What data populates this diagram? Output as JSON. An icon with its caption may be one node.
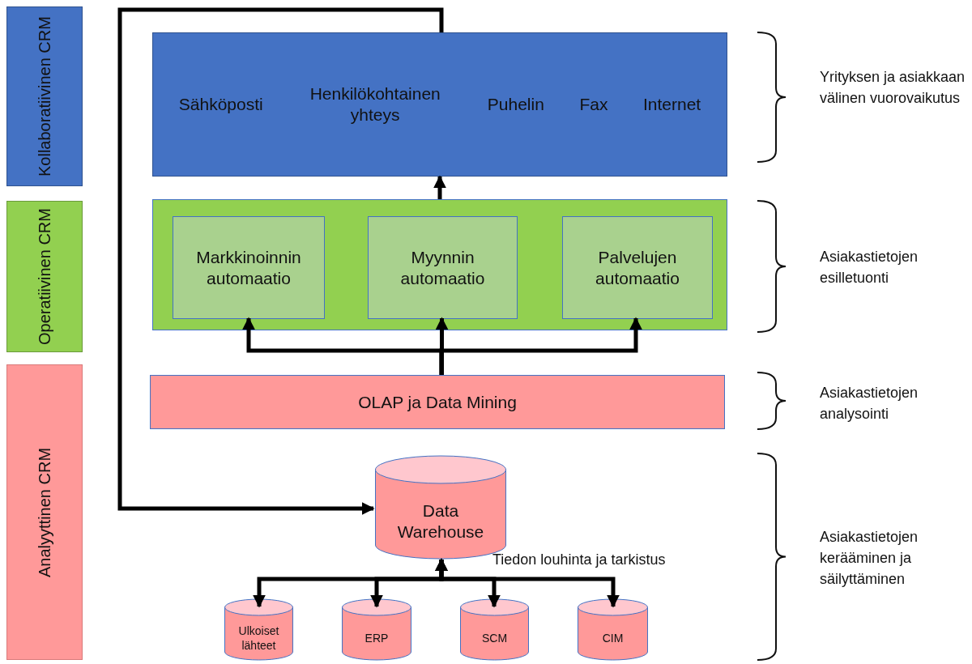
{
  "diagram": {
    "nodes": [
      {
        "text": [
          "Kollaboratiivinen CRM"
        ]
      },
      {
        "text": [
          "Operatiivinen CRM"
        ]
      },
      {
        "text": [
          "Analyyttinen CRM"
        ]
      },
      {
        "text": [
          "Sähköposti",
          "Henkilökohtainen yhteys",
          "Puhelin",
          "Fax",
          "Internet"
        ]
      },
      {
        "text": [],
        "shape": "box"
      },
      {
        "text": [
          "Markkinoinnin automaatio"
        ],
        "in": 4
      },
      {
        "text": [
          "Myynnin automaatio"
        ],
        "in": 4
      },
      {
        "text": [
          "Palvelujen automaatio"
        ],
        "in": 4
      },
      {
        "text": [
          "OLAP ja Data Mining"
        ]
      },
      {
        "text": [
          "Data Warehouse"
        ]
      },
      {
        "text": [
          "Ulkoiset lähteet"
        ]
      },
      {
        "text": [
          "ERP"
        ]
      },
      {
        "text": [
          "SCM"
        ]
      },
      {
        "text": [
          "CIM"
        ]
      }
    ],
    "edges": [
      {
        "from": 3,
        "to": 9,
        "arrow": "to"
      },
      {
        "from": 4,
        "to": 3,
        "arrow": "to"
      },
      {
        "from": 8,
        "to": 5,
        "arrow": "to"
      },
      {
        "from": 8,
        "to": 6,
        "arrow": "to"
      },
      {
        "from": 8,
        "to": 7,
        "arrow": "to"
      },
      {
        "from": 9,
        "to": 10,
        "arrow": "both"
      },
      {
        "from": 9,
        "to": 11,
        "arrow": "both"
      },
      {
        "from": 9,
        "to": 12,
        "arrow": "both"
      },
      {
        "from": 9,
        "to": 13,
        "arrow": "both"
      }
    ],
    "labels": [
      "Yrityksen ja asiakkaan välinen vuorovaikutus",
      "Asiakastietojen esilletuonti",
      "Asiakastietojen analysointi",
      "Tiedon louhinta ja tarkistus",
      "Asiakastietojen kerääminen ja säilyttäminen"
    ]
  }
}
